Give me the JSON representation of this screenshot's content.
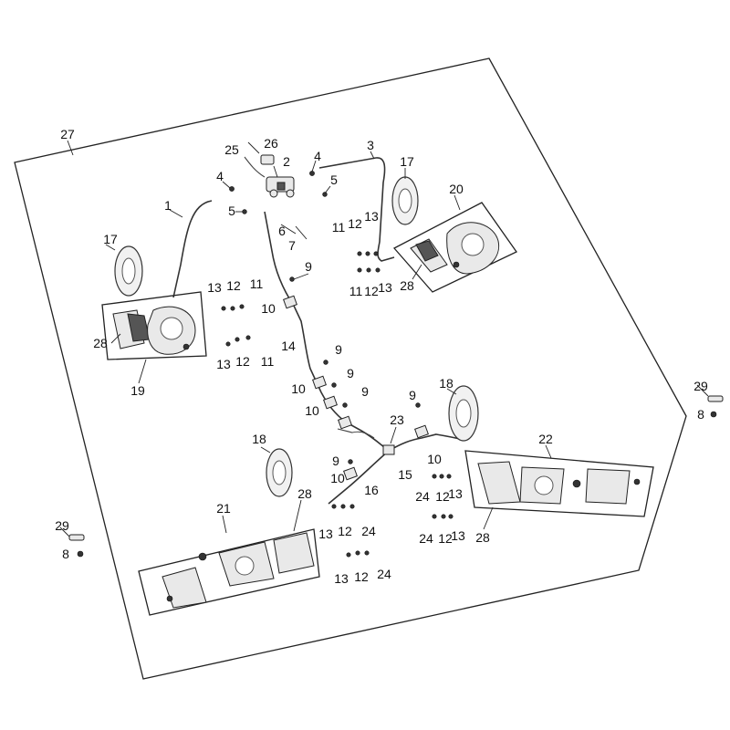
{
  "diagram": {
    "callouts": [
      "27",
      "1",
      "2",
      "3",
      "4",
      "4",
      "5",
      "5",
      "6",
      "7",
      "9",
      "9",
      "9",
      "9",
      "9",
      "9",
      "10",
      "10",
      "10",
      "10",
      "10",
      "11",
      "11",
      "11",
      "11",
      "12",
      "12",
      "12",
      "12",
      "12",
      "12",
      "12",
      "12",
      "13",
      "13",
      "13",
      "13",
      "13",
      "13",
      "13",
      "13",
      "14",
      "15",
      "16",
      "17",
      "17",
      "18",
      "18",
      "19",
      "20",
      "21",
      "22",
      "23",
      "24",
      "24",
      "24",
      "24",
      "25",
      "26",
      "28",
      "28",
      "28",
      "28",
      "29",
      "29",
      "8",
      "8"
    ]
  }
}
